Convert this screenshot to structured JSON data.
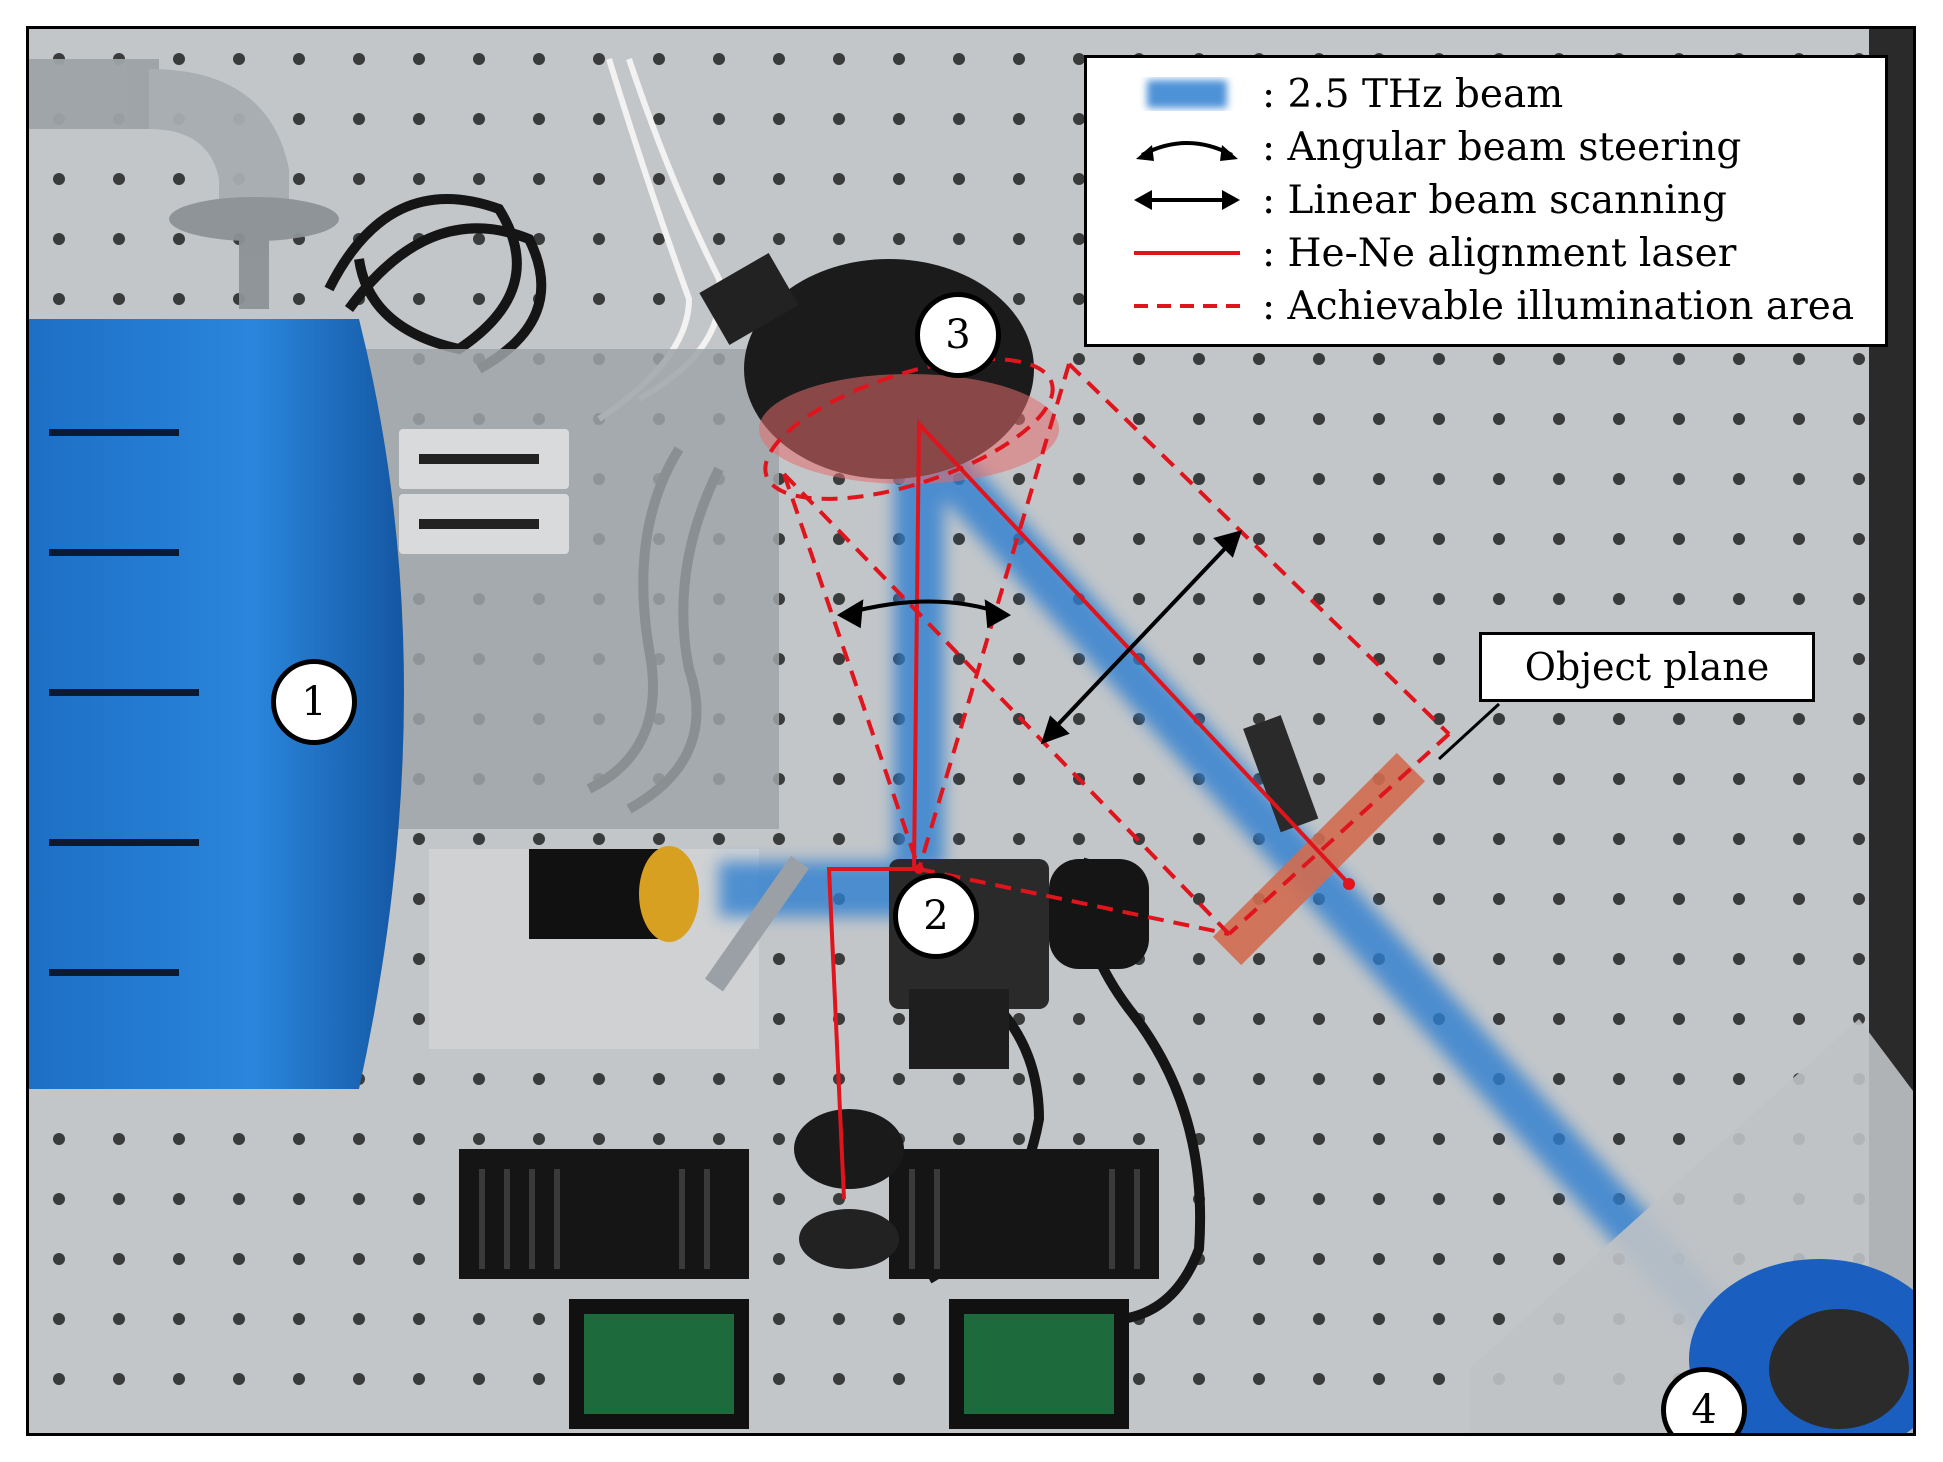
{
  "legend": {
    "items": [
      {
        "symbol": "blue-blur-swatch",
        "text": ": 2.5 THz beam"
      },
      {
        "symbol": "curved-double-arrow",
        "text": ": Angular beam steering"
      },
      {
        "symbol": "straight-double-arrow",
        "text": ": Linear beam scanning"
      },
      {
        "symbol": "solid-red-line",
        "text": ": He-Ne alignment laser"
      },
      {
        "symbol": "dashed-red-line",
        "text": ": Achievable illumination area"
      }
    ]
  },
  "markers": {
    "m1": "1",
    "m2": "2",
    "m3": "3",
    "m4": "4"
  },
  "callout": {
    "text": "Object plane"
  },
  "colors": {
    "beam": "#2f7fd0",
    "laser": "#e0141c",
    "housing": "#1f74c8",
    "table": "#b9bcbf"
  }
}
